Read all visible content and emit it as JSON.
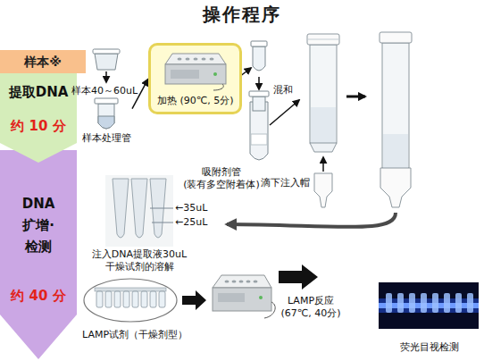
{
  "diagram": {
    "title": "操作程序",
    "nodes": [
      {
        "text": [
          "样本※"
        ]
      },
      {
        "text": [
          "提取DNA",
          "约 10 分"
        ]
      },
      {
        "text": [
          "DNA 扩增·检测",
          "约 40 分"
        ]
      },
      {
        "text": [
          "样本处理管"
        ]
      },
      {
        "text": [
          "加热 (90℃, 5分)"
        ]
      }
    ],
    "edges": [
      {
        "from": 3,
        "to": 4,
        "arrow": "to"
      }
    ],
    "labels": [
      "样本40～60uL",
      "吸附剂管 (装有多空附着体)",
      "混和",
      "滴下注入帽",
      "←35uL",
      "←25uL",
      "注入DNA提取液30uL 干燥试剂的溶解",
      "LAMP试剂（干燥剂型）",
      "LAMP反应 (67℃, 40分)",
      "荧光目视检测"
    ]
  }
}
